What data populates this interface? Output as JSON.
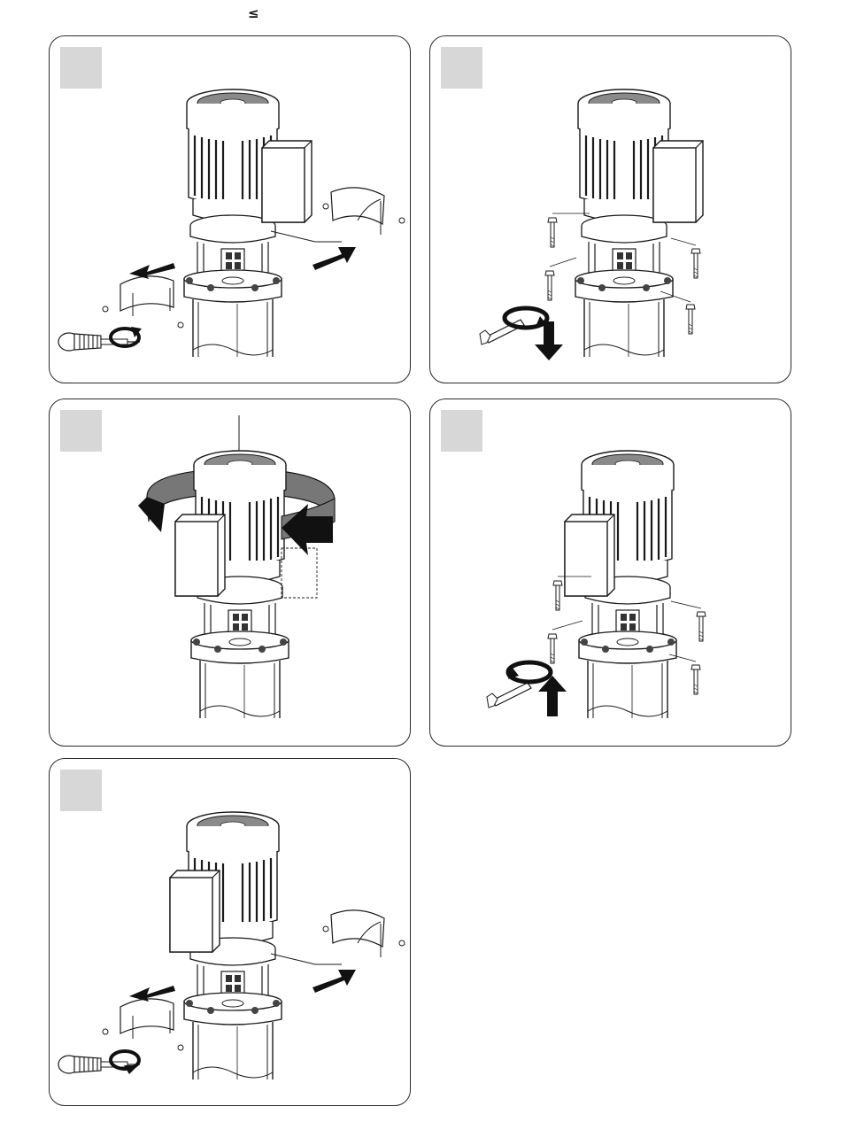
{
  "header": {
    "symbol": "≤"
  },
  "steps": [
    {
      "id": 1,
      "action": "remove-coupling-guards"
    },
    {
      "id": 2,
      "action": "loosen-motor-bolts"
    },
    {
      "id": 3,
      "action": "rotate-motor"
    },
    {
      "id": 4,
      "action": "tighten-motor-bolts"
    },
    {
      "id": 5,
      "action": "refit-coupling-guards"
    }
  ],
  "colors": {
    "line": "#1a1a1a",
    "badge": "#d7d7d7",
    "arrow": "#111111",
    "grille": "#333333"
  },
  "icons": [
    "screwdriver-icon",
    "wrench-icon",
    "arrow-icon",
    "bolt-icon",
    "rotation-arrow-icon"
  ]
}
